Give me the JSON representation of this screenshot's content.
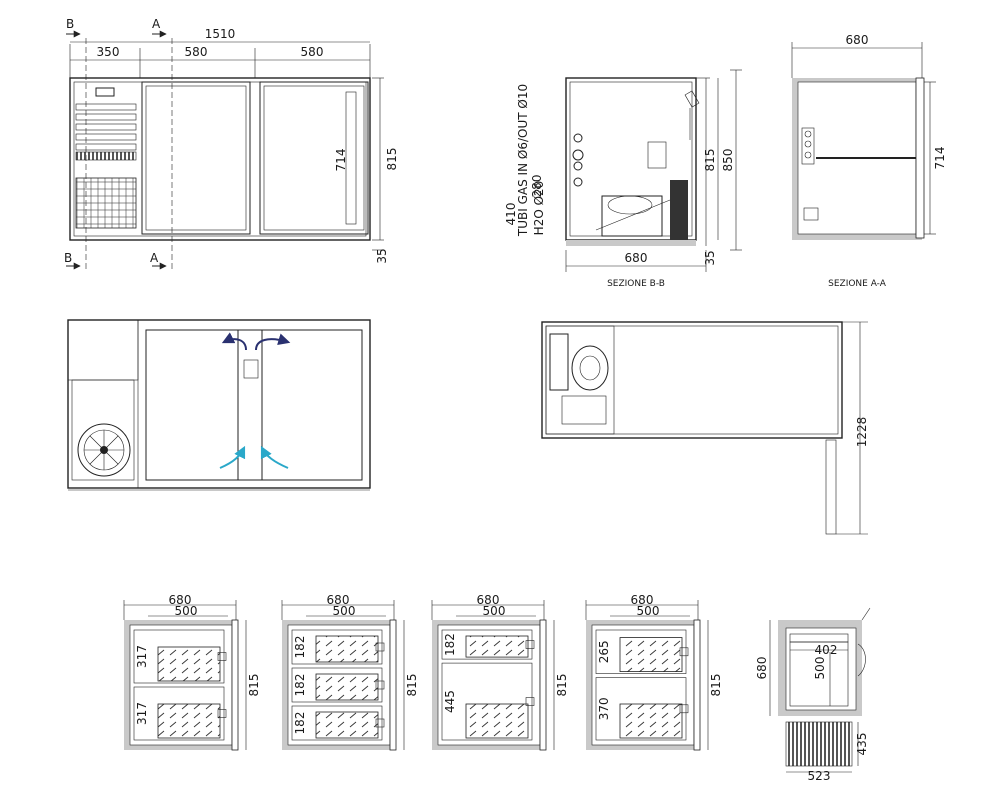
{
  "front_view": {
    "sections": {
      "b_label": "B",
      "a_label": "A"
    },
    "dims": {
      "total_width": "1510",
      "w_left": "350",
      "w_mid": "580",
      "w_right": "580",
      "height": "815",
      "inner_height": "714",
      "base": "35"
    }
  },
  "section_bb": {
    "caption": "SEZIONE B-B",
    "tubi_label": "TUBI GAS IN Ø6/OUT Ø10",
    "h2o_label": "H2O Ø20",
    "dims": {
      "d410": "410",
      "d280": "280",
      "height": "815",
      "total_height": "850",
      "base": "35",
      "depth": "680"
    }
  },
  "section_aa": {
    "caption": "SEZIONE A-A",
    "dims": {
      "depth": "680",
      "inner_height": "714"
    }
  },
  "top_view": {
    "dims": {
      "door_open": "1228"
    }
  },
  "drawer_configs": [
    {
      "depth": "680",
      "inner": "500",
      "height": "815",
      "rows": [
        "317",
        "317"
      ]
    },
    {
      "depth": "680",
      "inner": "500",
      "height": "815",
      "rows": [
        "182",
        "182",
        "182"
      ]
    },
    {
      "depth": "680",
      "inner": "500",
      "height": "815",
      "rows": [
        "182",
        "445"
      ]
    },
    {
      "depth": "680",
      "inner": "500",
      "height": "815",
      "rows": [
        "265",
        "370"
      ]
    }
  ],
  "drawer_detail": {
    "dims": {
      "depth": "680",
      "width": "402",
      "inner": "500",
      "extension": "435",
      "base_width": "523"
    }
  }
}
